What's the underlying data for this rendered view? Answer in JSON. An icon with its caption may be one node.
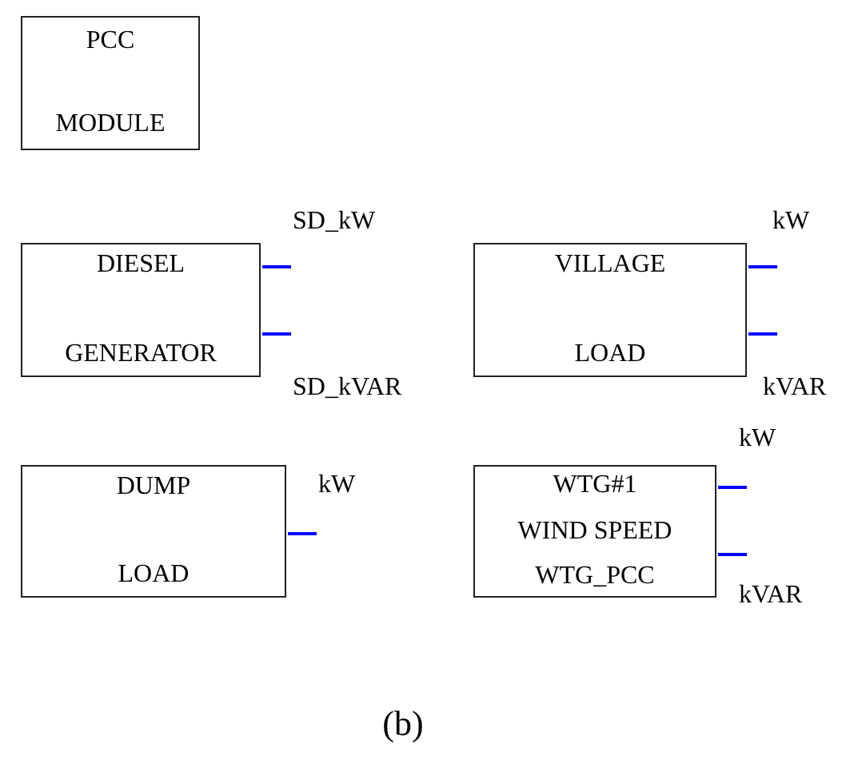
{
  "diagram": {
    "caption": "(b)",
    "nodes": [
      {
        "text": [
          "PCC",
          "MODULE"
        ]
      },
      {
        "text": [
          "DIESEL",
          "GENERATOR"
        ],
        "beside": [
          "SD_kW",
          "SD_kVAR"
        ]
      },
      {
        "text": [
          "VILLAGE",
          "LOAD"
        ],
        "beside": [
          "kW",
          "kVAR"
        ]
      },
      {
        "text": [
          "DUMP",
          "LOAD"
        ],
        "beside": [
          "kW"
        ]
      },
      {
        "text": [
          "WTG#1",
          "WIND SPEED",
          "WTG_PCC"
        ],
        "beside": [
          "kW",
          "kVAR"
        ]
      }
    ]
  }
}
